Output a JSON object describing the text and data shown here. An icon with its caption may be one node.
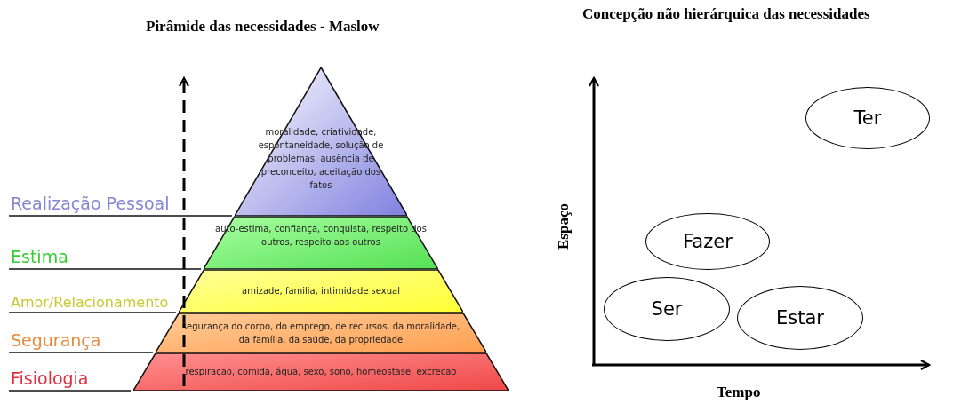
{
  "diagram": {
    "title": "Pirâmide das necessidades - Maslow",
    "nodes": [
      {
        "text": [
          "moralidade, criatividade, espontaneidade, solução de problemas, ausência de preconceito, aceitação dos fatos"
        ]
      },
      {
        "text": [
          "auto-estima, confiança, conquista, respeito dos outros, respeito aos outros"
        ]
      },
      {
        "text": [
          "amizade, familia, intimidade sexual"
        ]
      },
      {
        "text": [
          "segurança do corpo, do emprego, de recursos, da moralidade, da família, da saúde, da propriedade"
        ]
      },
      {
        "text": [
          "respiração, comida, água, sexo, sono, homeostase, excreção"
        ]
      },
      {
        "text": [
          "Ter"
        ]
      },
      {
        "text": [
          "Fazer"
        ]
      },
      {
        "text": [
          "Ser"
        ]
      },
      {
        "text": [
          "Estar"
        ]
      }
    ],
    "labels": [
      "Concepção não hierárquica das necessidades",
      "Realização Pessoal",
      "Estima",
      "Amor/Relacionamento",
      "Segurança",
      "Fisiologia",
      "Espaço",
      "Tempo"
    ]
  }
}
